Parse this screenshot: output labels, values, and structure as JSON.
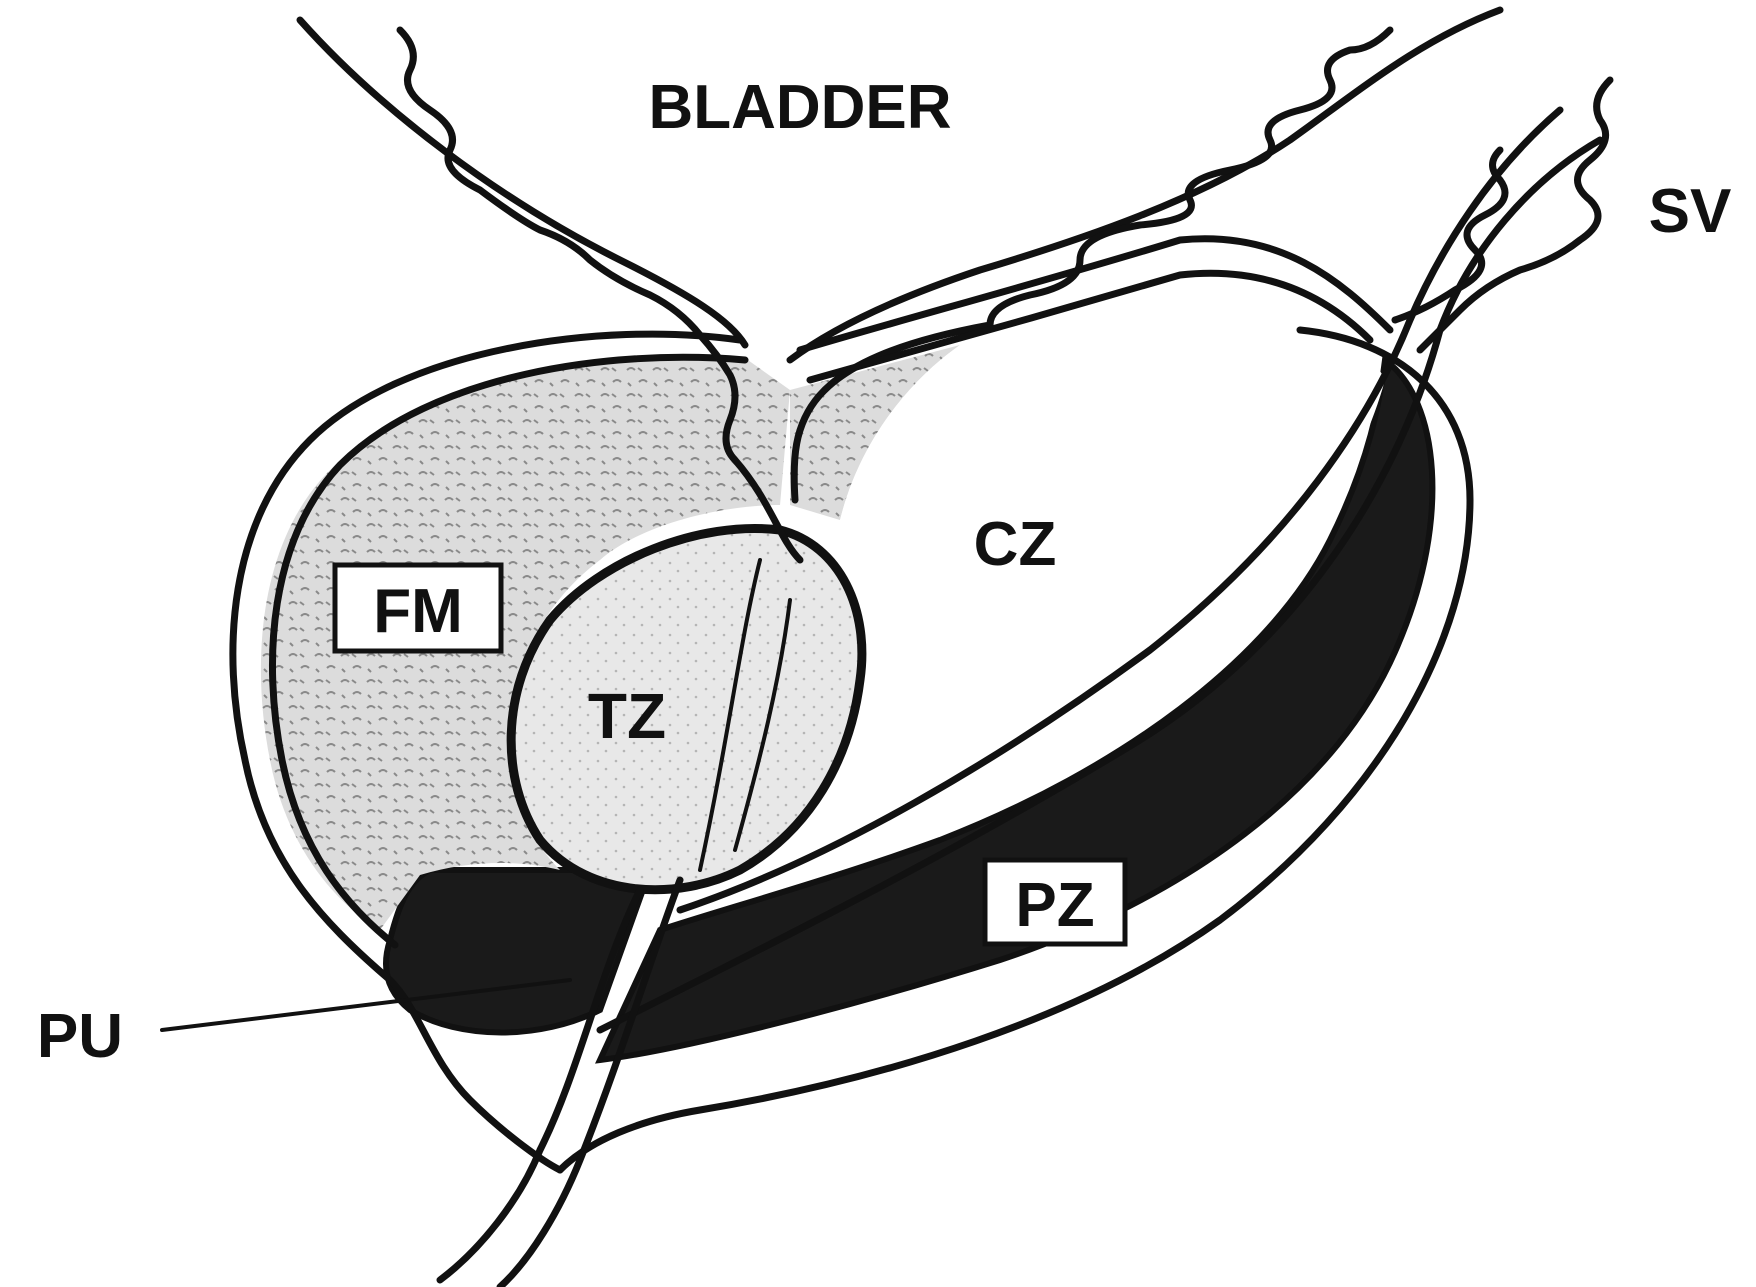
{
  "diagram": {
    "labels": {
      "bladder": "BLADDER",
      "sv": "SV",
      "cz": "CZ",
      "fm": "FM",
      "tz": "TZ",
      "pz": "PZ",
      "pu": "PU"
    },
    "colors": {
      "ink": "#111111",
      "stipple_fill": "#d9d9d9",
      "tz_fill": "#e6e6e6",
      "dark_zone": "#1a1a1a",
      "background": "#ffffff"
    }
  }
}
